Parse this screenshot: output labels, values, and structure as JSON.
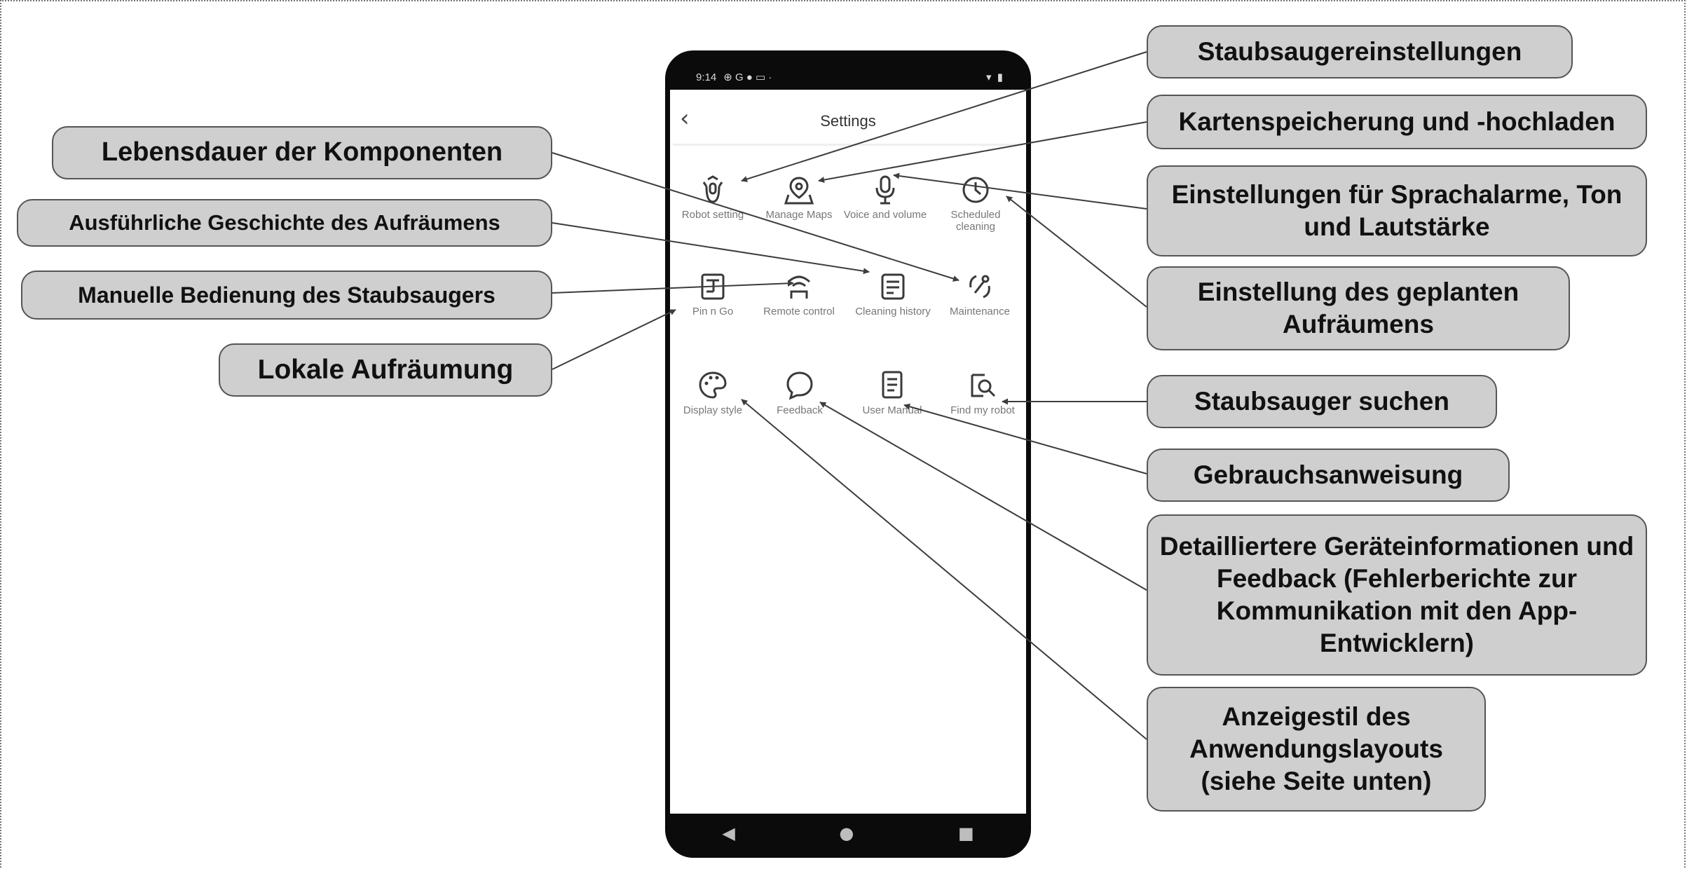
{
  "phone": {
    "status": {
      "time": "9:14",
      "icons": "⊕ G ● ▭ ·",
      "right": "▾ ▮"
    },
    "title": "Settings",
    "back_icon": "chevron-left-icon",
    "tiles": [
      {
        "key": "robot_setting",
        "label": "Robot setting",
        "icon": "robot-icon"
      },
      {
        "key": "manage_maps",
        "label": "Manage Maps",
        "icon": "map-pin-icon"
      },
      {
        "key": "voice_volume",
        "label": "Voice and volume",
        "icon": "microphone-icon"
      },
      {
        "key": "scheduled_cleaning",
        "label": "Scheduled cleaning",
        "icon": "clock-icon"
      },
      {
        "key": "pin_n_go",
        "label": "Pin n Go",
        "icon": "pin-go-icon"
      },
      {
        "key": "remote_control",
        "label": "Remote control",
        "icon": "remote-icon"
      },
      {
        "key": "cleaning_history",
        "label": "Cleaning history",
        "icon": "history-icon"
      },
      {
        "key": "maintenance",
        "label": "Maintenance",
        "icon": "wrench-icon"
      },
      {
        "key": "display_style",
        "label": "Display style",
        "icon": "palette-icon"
      },
      {
        "key": "feedback",
        "label": "Feedback",
        "icon": "chat-bubble-icon"
      },
      {
        "key": "user_manual",
        "label": "User Manual",
        "icon": "document-icon"
      },
      {
        "key": "find_my_robot",
        "label": "Find my robot",
        "icon": "magnifier-icon"
      }
    ],
    "nav": {
      "back": "◀",
      "home": "●",
      "recents": "■"
    }
  },
  "callouts": {
    "staubsaugereinstellungen": "Staubsaugereinstellungen",
    "kartenspeicherung": "Kartenspeicherung und -hochladen",
    "sprachalarme": "Einstellungen für Sprachalarme, Ton und Lautstärke",
    "geplantes_aufraeumen": "Einstellung des geplanten Aufräumens",
    "staubsauger_suchen": "Staubsauger suchen",
    "gebrauchsanweisung": "Gebrauchsanweisung",
    "geraeteinformationen": "Detailliertere Geräteinformationen und Feedback (Fehlerberichte zur Kommunikation mit den App-Entwicklern)",
    "anzeigestil": "Anzeigestil des Anwendungslayouts (siehe Seite unten)",
    "lebensdauer": "Lebensdauer der Komponenten",
    "geschichte": "Ausführliche Geschichte des Aufräumens",
    "manuelle_bedienung": "Manuelle Bedienung des Staubsaugers",
    "lokale_aufraeumung": "Lokale Aufräumung"
  },
  "colors": {
    "callout_bg": "#cfcfcf",
    "callout_border": "#555555",
    "phone_body": "#0b0b0b",
    "icon": "#3a3a3a"
  }
}
